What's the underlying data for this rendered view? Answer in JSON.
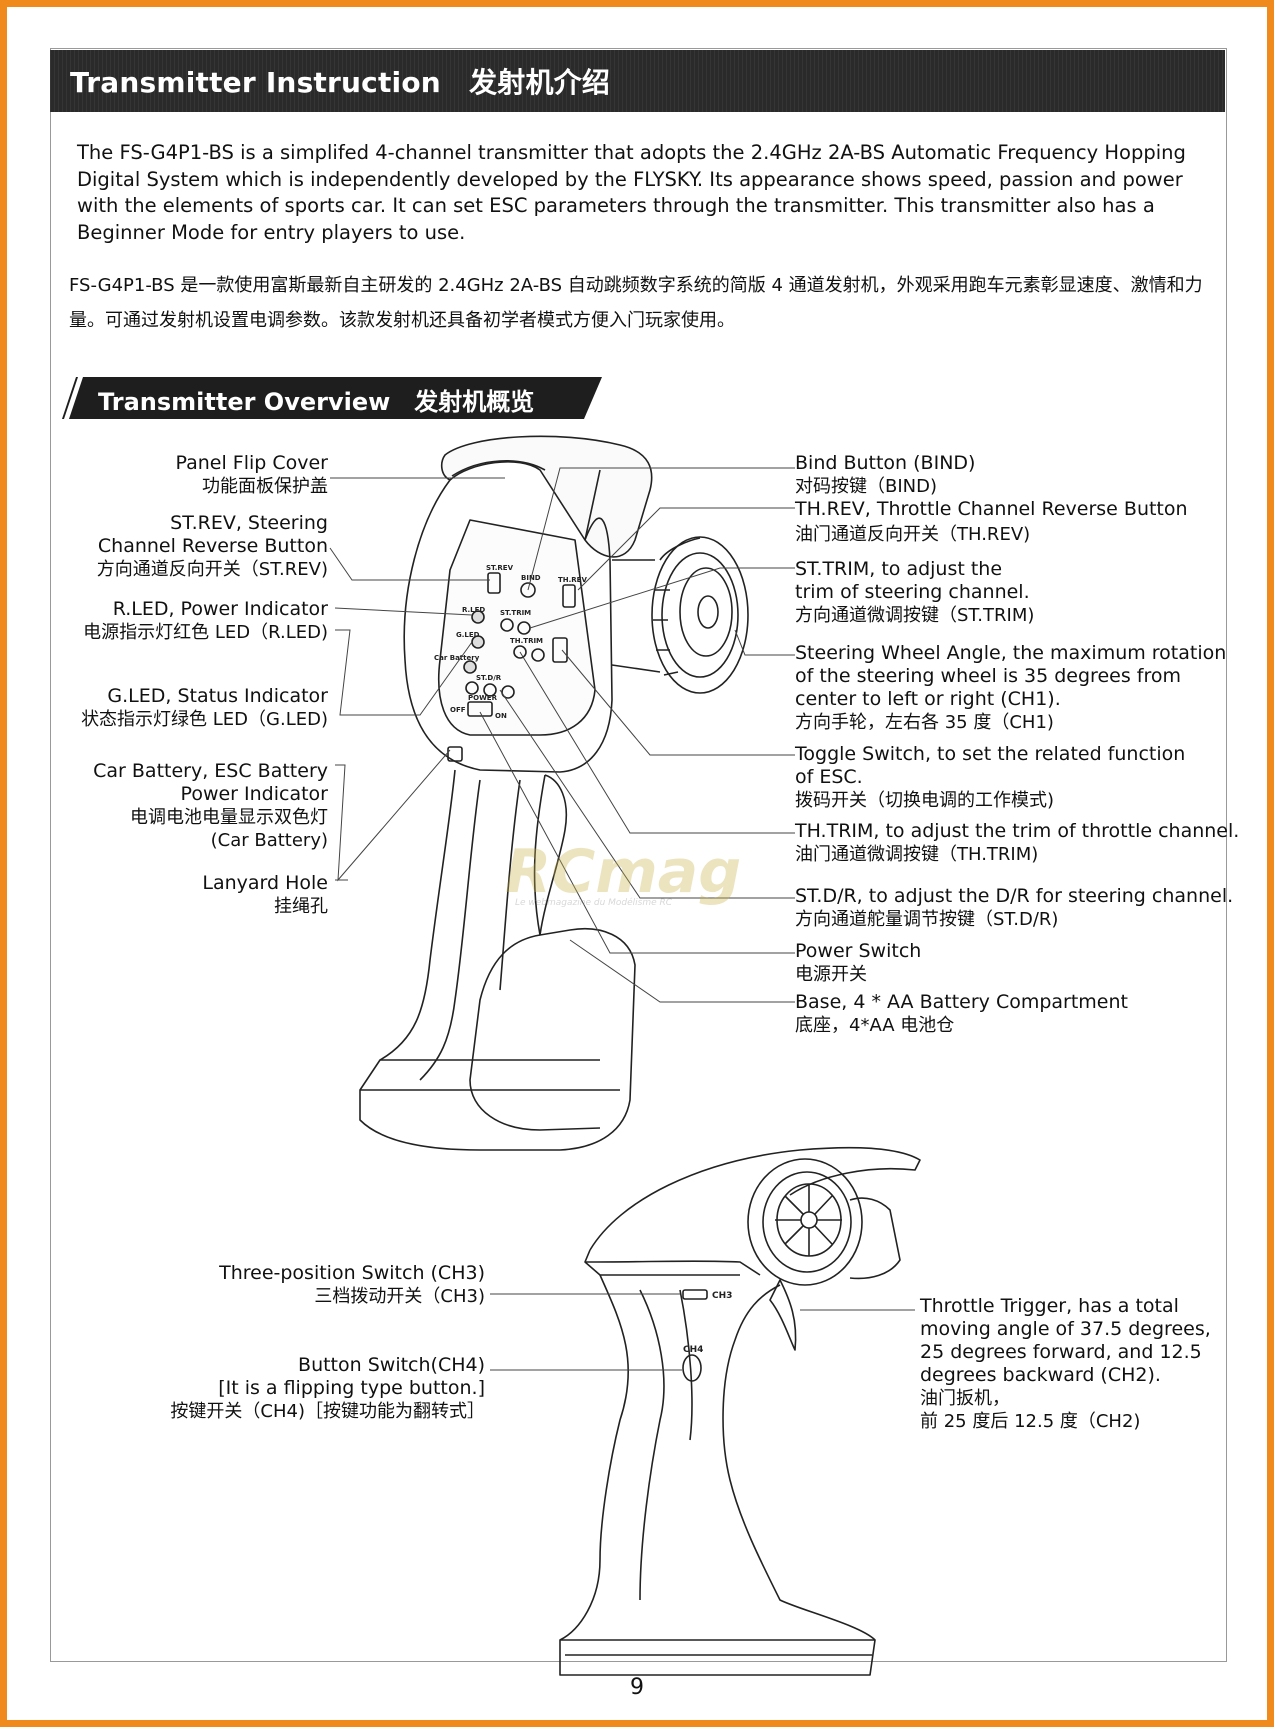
{
  "header": {
    "title": "Transmitter Instruction　发射机介绍"
  },
  "intro": {
    "en": "The FS-G4P1-BS is a simplifed 4-channel transmitter that adopts the 2.4GHz 2A-BS Automatic Frequency Hopping Digital System which is independently developed by the FLYSKY. Its appearance shows speed, passion and power with the elements of sports car. It can set ESC parameters through the transmitter. This transmitter also has a Beginner Mode for entry players to use.",
    "zh": "FS-G4P1-BS 是一款使用富斯最新自主研发的 2.4GHz 2A-BS 自动跳频数字系统的简版 4 通道发射机，外观采用跑车元素彰显速度、激情和力量。可通过发射机设置电调参数。该款发射机还具备初学者模式方便入门玩家使用。"
  },
  "overview": {
    "title": "Transmitter Overview　发射机概览"
  },
  "labels_left": [
    {
      "en": [
        "Panel Flip Cover"
      ],
      "zh": "功能面板保护盖"
    },
    {
      "en": [
        "ST.REV, Steering",
        "Channel Reverse Button"
      ],
      "zh": "方向通道反向开关（ST.REV)"
    },
    {
      "en": [
        "R.LED, Power Indicator"
      ],
      "zh": "电源指示灯红色 LED（R.LED)"
    },
    {
      "en": [
        "G.LED, Status Indicator"
      ],
      "zh": "状态指示灯绿色 LED（G.LED)"
    },
    {
      "en": [
        "Car Battery, ESC Battery",
        "Power Indicator"
      ],
      "zh": "电调电池电量显示双色灯",
      "zh2": "(Car Battery)"
    },
    {
      "en": [
        "Lanyard Hole"
      ],
      "zh": "挂绳孔"
    }
  ],
  "labels_right": [
    {
      "en": [
        "Bind Button (BIND)"
      ],
      "zh": "对码按键（BIND)"
    },
    {
      "en": [
        "TH.REV, Throttle Channel Reverse Button"
      ],
      "zh": "油门通道反向开关（TH.REV)"
    },
    {
      "en": [
        "ST.TRIM, to adjust the",
        "trim of steering channel."
      ],
      "zh": "方向通道微调按键（ST.TRIM)"
    },
    {
      "en": [
        "Steering Wheel Angle, the maximum rotation",
        "of the steering wheel is 35 degrees from",
        "center to left or right (CH1)."
      ],
      "zh": "方向手轮，左右各 35 度（CH1)"
    },
    {
      "en": [
        "Toggle Switch, to set the related function",
        "of ESC."
      ],
      "zh": "拨码开关（切换电调的工作模式)"
    },
    {
      "en": [
        "TH.TRIM, to adjust the trim of throttle channel."
      ],
      "zh": "油门通道微调按键（TH.TRIM)"
    },
    {
      "en": [
        "ST.D/R, to adjust the D/R for steering channel."
      ],
      "zh": "方向通道舵量调节按键（ST.D/R)"
    },
    {
      "en": [
        "Power Switch"
      ],
      "zh": "电源开关"
    },
    {
      "en": [
        "Base, 4 * AA Battery Compartment"
      ],
      "zh": "底座，4*AA 电池仓"
    }
  ],
  "labels_side": {
    "ch3": {
      "en": "Three-position Switch (CH3)",
      "zh": "三档拨动开关（CH3)"
    },
    "ch4": {
      "en": "Button Switch(CH4)",
      "en2": "[It is a flipping type button.]",
      "zh": "按键开关（CH4)［按键功能为翻转式］"
    },
    "trigger": {
      "en": [
        "Throttle Trigger, has a total",
        "moving angle of 37.5 degrees,",
        "25 degrees forward, and 12.5",
        "degrees backward (CH2)."
      ],
      "zh": [
        "油门扳机，",
        "前 25 度后 12.5 度（CH2)"
      ]
    }
  },
  "panel_text": {
    "st_rev": "ST.REV",
    "bind": "BIND",
    "th_rev": "TH.REV",
    "r_led": "R.LED",
    "st_trim": "ST.TRIM",
    "g_led": "G.LED",
    "th_trim": "TH.TRIM",
    "car_battery": "Car Battery",
    "st_dr": "ST.D/R",
    "power": "POWER",
    "off": "OFF",
    "on": "ON",
    "ch3": "CH3",
    "ch4": "CH4"
  },
  "watermark": {
    "logo": "RCmag",
    "tagline": "Le webmagazine du Modélisme RC"
  },
  "page_number": "9"
}
